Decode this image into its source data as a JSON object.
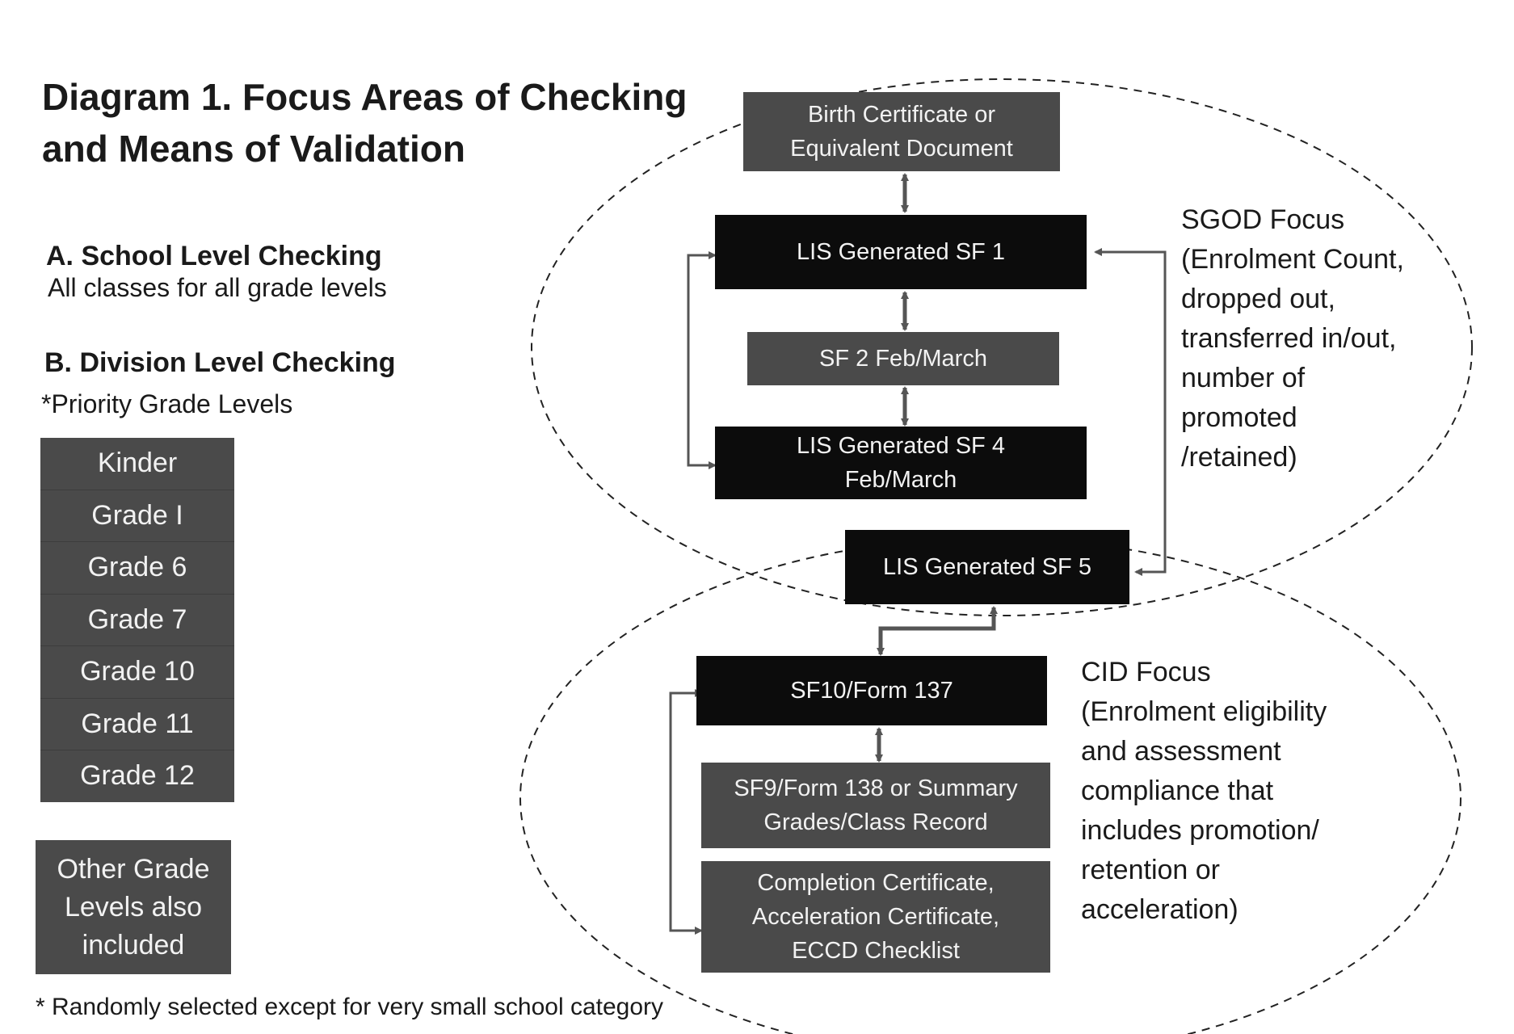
{
  "title_line1": "Diagram 1. Focus Areas of Checking",
  "title_line2": "and Means of Validation",
  "section_a": {
    "heading": "A. School  Level  Checking",
    "text": "All classes for all grade levels"
  },
  "section_b": {
    "heading": "B. Division  Level Checking",
    "text": "*Priority Grade Levels"
  },
  "priority_grades": [
    "Kinder",
    "Grade I",
    "Grade 6",
    "Grade 7",
    "Grade 10",
    "Grade 11",
    "Grade 12"
  ],
  "other_grades": [
    "Other Grade",
    "Levels  also",
    "included"
  ],
  "footnote": "* Randomly selected except for very small school category",
  "flow": {
    "birth_certificate": [
      "Birth Certificate or",
      "Equivalent Document"
    ],
    "sf1": "LIS Generated SF 1",
    "sf2": "SF 2 Feb/March",
    "sf4": [
      "LIS Generated SF 4",
      "Feb/March"
    ],
    "sf5": "LIS Generated SF 5",
    "sf10": "SF10/Form 137",
    "sf9": [
      "SF9/Form 138 or Summary",
      "Grades/Class Record"
    ],
    "certificates": [
      "Completion Certificate,",
      "Acceleration Certificate,",
      "ECCD Checklist"
    ]
  },
  "sgod_focus": [
    "SGOD Focus",
    "(Enrolment Count,",
    "dropped out,",
    "transferred in/out,",
    "number of",
    "promoted",
    "/retained)"
  ],
  "cid_focus": [
    "CID Focus",
    "(Enrolment eligibility",
    "and assessment",
    "compliance that",
    "includes promotion/",
    "retention or",
    "acceleration)"
  ],
  "colors": {
    "dark_box": "#0c0c0c",
    "grey_box": "#4a4a4a",
    "connector": "#555555",
    "text": "#1a1a1a"
  }
}
